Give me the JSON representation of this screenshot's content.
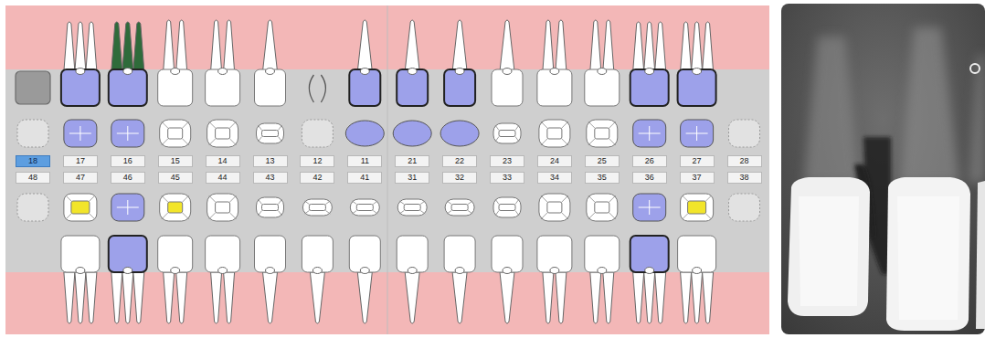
{
  "diagram": {
    "nodes": [
      {
        "text": [
          "18"
        ]
      },
      {
        "text": [
          "17"
        ]
      },
      {
        "text": [
          "16"
        ]
      },
      {
        "text": [
          "15"
        ]
      },
      {
        "text": [
          "14"
        ]
      },
      {
        "text": [
          "13"
        ]
      },
      {
        "text": [
          "12"
        ]
      },
      {
        "text": [
          "11"
        ]
      },
      {
        "text": [
          "21"
        ]
      },
      {
        "text": [
          "22"
        ]
      },
      {
        "text": [
          "23"
        ]
      },
      {
        "text": [
          "24"
        ]
      },
      {
        "text": [
          "25"
        ]
      },
      {
        "text": [
          "26"
        ]
      },
      {
        "text": [
          "27"
        ]
      },
      {
        "text": [
          "28"
        ]
      },
      {
        "text": [
          "48"
        ]
      },
      {
        "text": [
          "47"
        ]
      },
      {
        "text": [
          "46"
        ]
      },
      {
        "text": [
          "45"
        ]
      },
      {
        "text": [
          "44"
        ]
      },
      {
        "text": [
          "43"
        ]
      },
      {
        "text": [
          "42"
        ]
      },
      {
        "text": [
          "41"
        ]
      },
      {
        "text": [
          "31"
        ]
      },
      {
        "text": [
          "32"
        ]
      },
      {
        "text": [
          "33"
        ]
      },
      {
        "text": [
          "34"
        ]
      },
      {
        "text": [
          "35"
        ]
      },
      {
        "text": [
          "36"
        ]
      },
      {
        "text": [
          "37"
        ]
      },
      {
        "text": [
          "38"
        ]
      }
    ]
  }
}
